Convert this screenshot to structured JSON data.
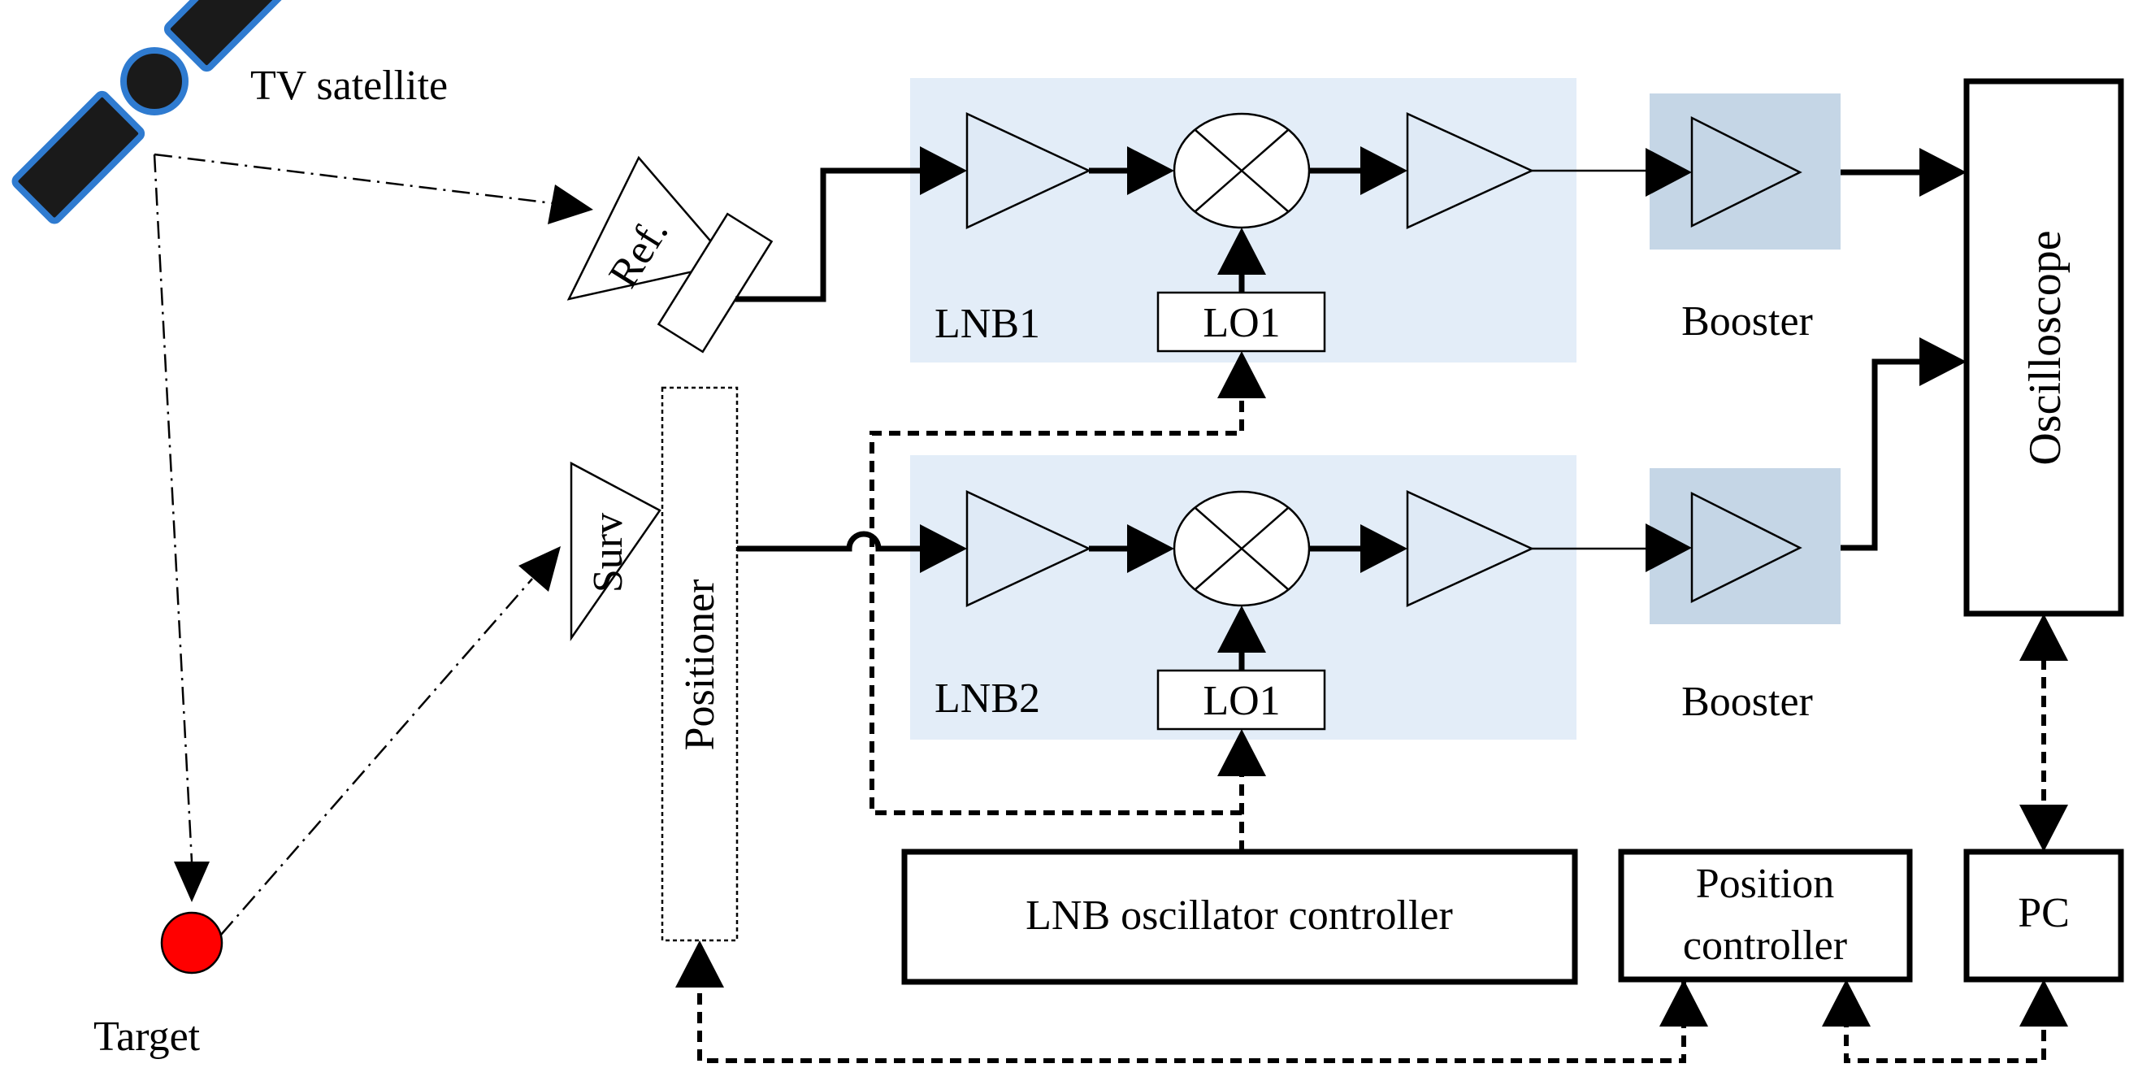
{
  "labels": {
    "tv_satellite": "TV satellite",
    "target": "Target",
    "ref_antenna": "Ref.",
    "surv_antenna": "Surv",
    "positioner": "Positioner",
    "lnb1": "LNB1",
    "lnb2": "LNB2",
    "lo1_top": "LO1",
    "lo1_bottom": "LO1",
    "booster_top": "Booster",
    "booster_bottom": "Booster",
    "oscilloscope": "Oscilloscope",
    "lnb_oscillator_controller": "LNB oscillator controller",
    "position_controller_line1": "Position",
    "position_controller_line2": "controller",
    "pc": "PC"
  },
  "colors": {
    "lnb_panel": "#e3edf8",
    "booster_panel": "#c5d6e6",
    "amplifier_fill": "#dfeaf6",
    "satellite_panel": "#1a1a1a",
    "satellite_outline": "#2f7bd0",
    "target": "#ff0000"
  }
}
